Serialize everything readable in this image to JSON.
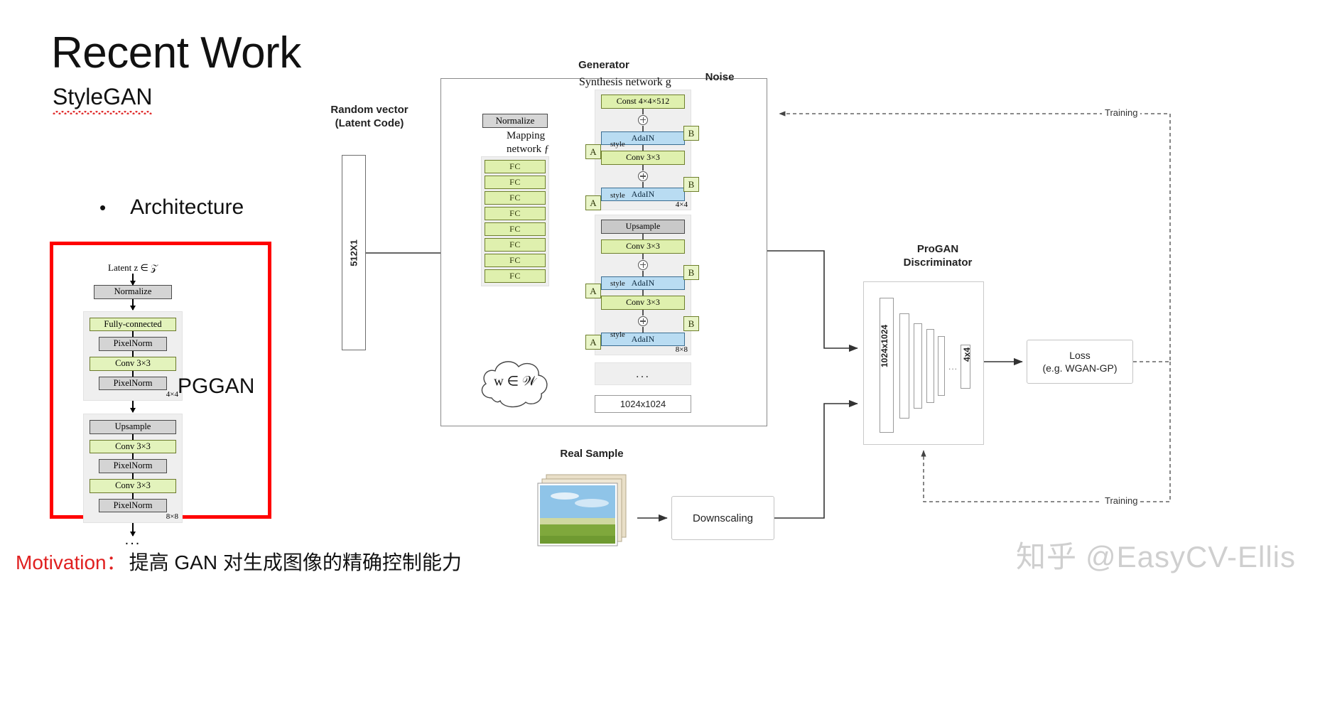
{
  "slide": {
    "title": "Recent Work",
    "subtitle": "StyleGAN",
    "bullet": "Architecture",
    "bullet_marker": "•"
  },
  "pggan": {
    "caption": "PGGAN",
    "latent_label": "Latent  z ∈ 𝒵",
    "blocks": [
      {
        "res": "",
        "items": [
          {
            "label": "Normalize",
            "style": "gray"
          }
        ]
      },
      {
        "res": "4×4",
        "items": [
          {
            "label": "Fully-connected",
            "style": "green"
          },
          {
            "label": "PixelNorm",
            "style": "gray"
          },
          {
            "label": "Conv 3×3",
            "style": "green"
          },
          {
            "label": "PixelNorm",
            "style": "gray"
          }
        ]
      },
      {
        "res": "8×8",
        "items": [
          {
            "label": "Upsample",
            "style": "gray"
          },
          {
            "label": "Conv 3×3",
            "style": "green"
          },
          {
            "label": "PixelNorm",
            "style": "gray"
          },
          {
            "label": "Conv 3×3",
            "style": "green"
          },
          {
            "label": "PixelNorm",
            "style": "gray"
          }
        ]
      }
    ],
    "ellipsis": "..."
  },
  "figure": {
    "generator_title": "Generator",
    "random_vector_title": "Random vector\n(Latent Code)",
    "random_vector_line1": "Random vector",
    "random_vector_line2": "(Latent Code)",
    "random_vector_dim": "512X1",
    "normalize": "Normalize",
    "mapping_line1": "Mapping",
    "mapping_line2": "network ƒ",
    "fc_layers": [
      "FC",
      "FC",
      "FC",
      "FC",
      "FC",
      "FC",
      "FC",
      "FC"
    ],
    "w_space": "w ∈ 𝒲",
    "synthesis_title": "Synthesis network g",
    "noise_label": "Noise",
    "style_tag": "style",
    "a_box": "A",
    "b_box": "B",
    "synthesis_blocks": [
      {
        "res": "4×4",
        "rows": [
          {
            "kind": "box",
            "label": "Const 4×4×512",
            "style": "green"
          },
          {
            "kind": "plus"
          },
          {
            "kind": "box",
            "label": "AdaIN",
            "style": "blue"
          },
          {
            "kind": "box",
            "label": "Conv 3×3",
            "style": "green"
          },
          {
            "kind": "plus"
          },
          {
            "kind": "box",
            "label": "AdaIN",
            "style": "blue"
          }
        ]
      },
      {
        "res": "8×8",
        "rows": [
          {
            "kind": "box",
            "label": "Upsample",
            "style": "gray"
          },
          {
            "kind": "box",
            "label": "Conv 3×3",
            "style": "green"
          },
          {
            "kind": "plus"
          },
          {
            "kind": "box",
            "label": "AdaIN",
            "style": "blue"
          },
          {
            "kind": "box",
            "label": "Conv 3×3",
            "style": "green"
          },
          {
            "kind": "plus"
          },
          {
            "kind": "box",
            "label": "AdaIN",
            "style": "blue"
          }
        ]
      }
    ],
    "synthesis_ellipsis": "...",
    "output_resolution": "1024x1024",
    "real_sample_label": "Real Sample",
    "downscaling_label": "Downscaling",
    "progan_title_line1": "ProGAN",
    "progan_title_line2": "Discriminator",
    "discriminator_input_label": "1024x1024",
    "discriminator_output_label": "4x4",
    "discriminator_ellipsis": "...",
    "loss_line1": "Loss",
    "loss_line2": "(e.g. WGAN-GP)",
    "training_top": "Training",
    "training_bottom": "Training"
  },
  "footer": {
    "motivation_label": "Motivation：",
    "motivation_text": "提高 GAN 对生成图像的精确控制能力",
    "watermark_logo": "知乎",
    "watermark_handle": "@EasyCV-Ellis"
  },
  "colors": {
    "red_highlight": "#ff0000",
    "motivation_red": "#e02020",
    "green_box": "#dff0ae",
    "blue_box": "#b9dcf2",
    "gray_box": "#c9c9c9",
    "watermark_gray": "#cfcfcf"
  }
}
